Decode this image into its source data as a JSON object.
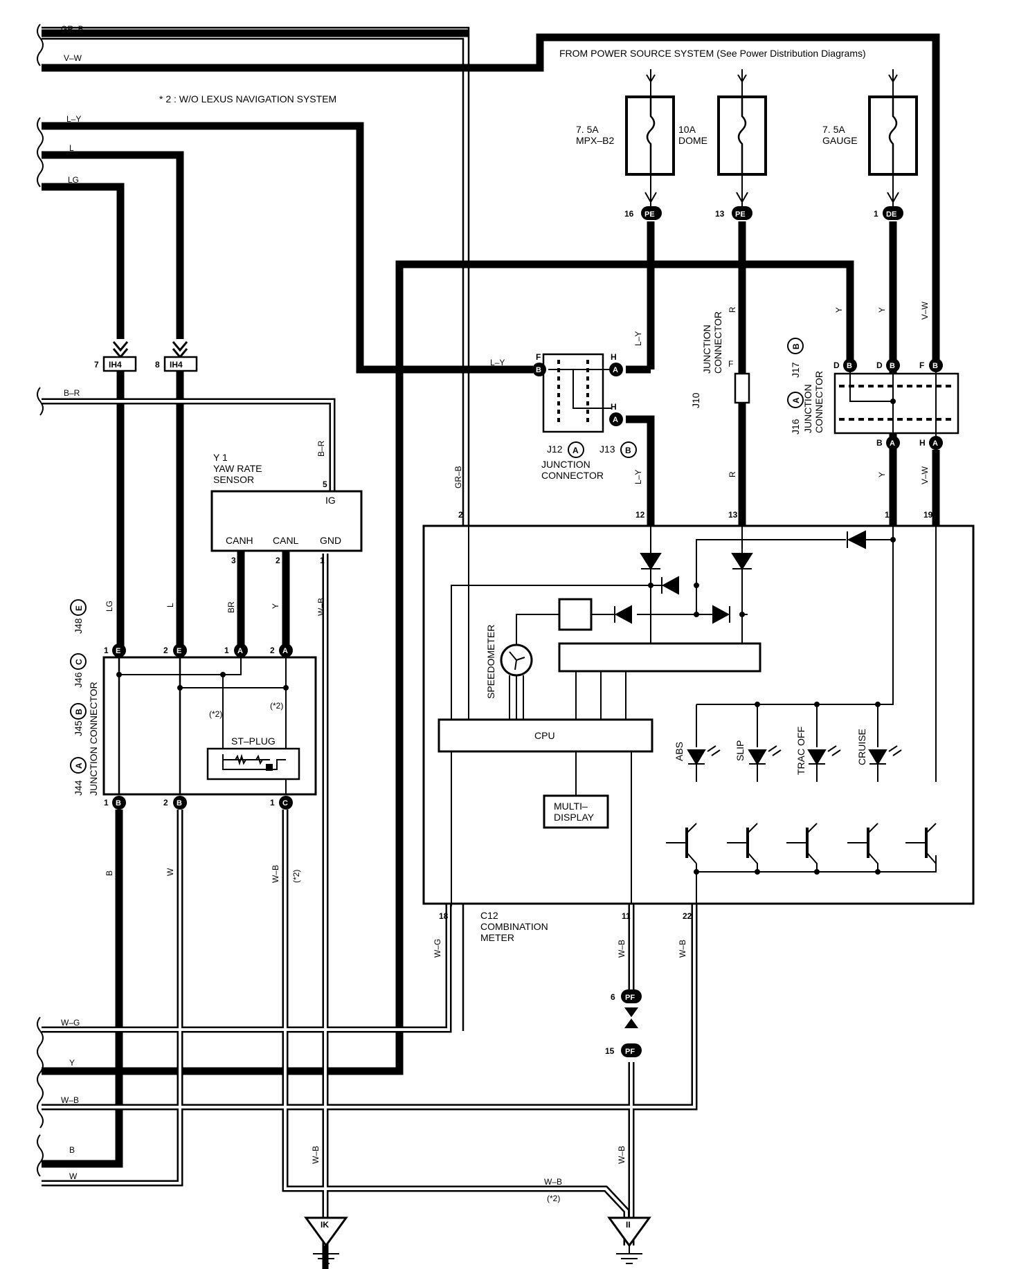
{
  "note": "* 2 : W/O LEXUS NAVIGATION SYSTEM",
  "power_source": "FROM POWER SOURCE SYSTEM (See Power Distribution Diagrams)",
  "fuses": [
    {
      "rating": "7. 5A",
      "name": "MPX–B2"
    },
    {
      "rating": "10A",
      "name": "DOME"
    },
    {
      "rating": "7. 5A",
      "name": "GAUGE"
    }
  ],
  "fuse_connectors": [
    {
      "pin": "16",
      "code": "PE"
    },
    {
      "pin": "13",
      "code": "PE"
    },
    {
      "pin": "1",
      "code": "DE"
    }
  ],
  "left_wires": [
    "GR–B",
    "V–W",
    "L–Y",
    "L",
    "LG",
    "B–R",
    "W–G",
    "Y",
    "W–B",
    "B",
    "W"
  ],
  "wire_labels": {
    "ly_j12": "L–Y",
    "ly_v": "L–Y",
    "r_top": "R",
    "y1": "Y",
    "y2": "Y",
    "vw_top": "V–W",
    "grb_v": "GR–B",
    "ly_low": "L–Y",
    "r_low": "R",
    "y_low": "Y",
    "vw_low": "V–W",
    "br_v": "B–R",
    "lg_v": "LG",
    "l_v": "L",
    "br_pin": "BR",
    "y_pin": "Y",
    "wb_gnd": "W–B",
    "b_v": "B",
    "w_v": "W",
    "wb_c": "W–B",
    "wb_c_note": "(*2)",
    "wg_meter": "W–G",
    "wb_11": "W–B",
    "wb_22": "W–B",
    "wb_pf": "W–B",
    "wb_ik": "W–B",
    "wb_bottom": "W–B",
    "wb_bottom_note": "(*2)"
  },
  "ih4": [
    {
      "pin": "7",
      "code": "IH4"
    },
    {
      "pin": "8",
      "code": "IH4"
    }
  ],
  "yaw_sensor": {
    "id": "Y 1",
    "name1": "YAW RATE",
    "name2": "SENSOR",
    "pins": {
      "ig": "IG",
      "canh": "CANH",
      "canl": "CANL",
      "gnd": "GND"
    },
    "nums": {
      "ig": "5",
      "canh": "3",
      "canl": "2",
      "gnd": "1"
    }
  },
  "j12_connector": {
    "pins": {
      "f": "F",
      "h1": "H",
      "h2": "H",
      "b": "B",
      "a1": "A",
      "a2": "A"
    },
    "id1": "J12",
    "mark1": "A",
    "id2": "J13",
    "mark2": "B",
    "name1": "JUNCTION",
    "name2": "CONNECTOR"
  },
  "j10_connector": {
    "id": "J10",
    "name1": "JUNCTION",
    "name2": "CONNECTOR",
    "pin": "F"
  },
  "j16_connector": {
    "id1": "J16",
    "mark1": "A",
    "id2": "J17",
    "mark2": "B",
    "name1": "JUNCTION",
    "name2": "CONNECTOR",
    "pins_top": [
      {
        "letter": "D",
        "mark": "B"
      },
      {
        "letter": "D",
        "mark": "B"
      },
      {
        "letter": "F",
        "mark": "B"
      }
    ],
    "pins_bottom": [
      {
        "letter": "B",
        "mark": "A"
      },
      {
        "letter": "H",
        "mark": "A"
      }
    ]
  },
  "j44_connector": {
    "ids": [
      "J44",
      "J45",
      "J46",
      "J48"
    ],
    "marks": [
      "A",
      "B",
      "C",
      "E"
    ],
    "name": "JUNCTION CONNECTOR",
    "top_pins": [
      {
        "pin": "1",
        "mark": "E"
      },
      {
        "pin": "2",
        "mark": "E"
      },
      {
        "pin": "1",
        "mark": "A"
      },
      {
        "pin": "2",
        "mark": "A"
      }
    ],
    "bottom_pins": [
      {
        "pin": "1",
        "mark": "B"
      },
      {
        "pin": "2",
        "mark": "B"
      },
      {
        "pin": "1",
        "mark": "C"
      }
    ],
    "st_plug": "ST–PLUG",
    "note1": "(*2)",
    "note2": "(*2)"
  },
  "meter": {
    "id": "C12",
    "name1": "COMBINATION",
    "name2": "METER",
    "top_pins": [
      "2",
      "12",
      "13",
      "1",
      "19"
    ],
    "bottom_pins": [
      "18",
      "11",
      "22"
    ],
    "speedometer": "SPEEDOMETER",
    "cpu": "CPU",
    "display1": "MULTI–",
    "display2": "DISPLAY",
    "indicators": [
      "ABS",
      "SLIP",
      "TRAC OFF",
      "CRUISE"
    ]
  },
  "pf_connectors": [
    {
      "pin": "6",
      "code": "PF"
    },
    {
      "pin": "15",
      "code": "PF"
    }
  ],
  "grounds": [
    "IK",
    "II"
  ]
}
